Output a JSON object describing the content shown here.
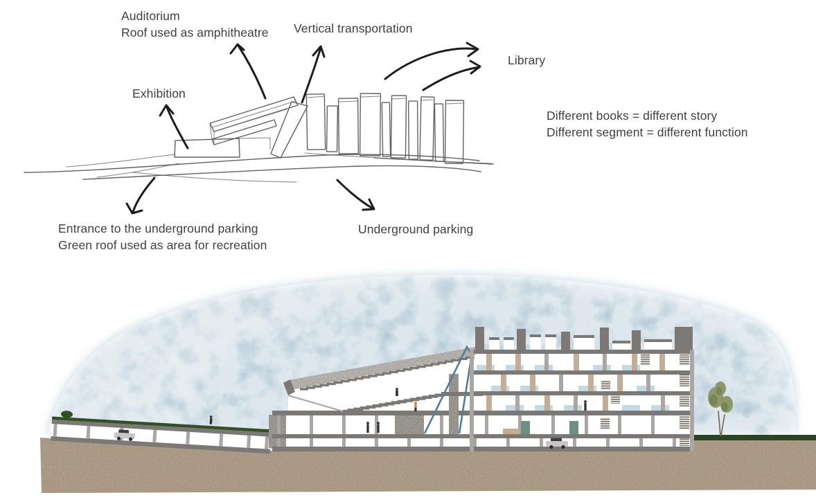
{
  "title": "Library concept diagram with sectional render",
  "annotations": {
    "auditorium_line1": "Auditorium",
    "auditorium_line2": "Roof used as amphitheatre",
    "vertical_transportation": "Vertical transportation",
    "library": "Library",
    "exhibition": "Exhibition",
    "concept_line1": "Different books = different story",
    "concept_line2": "Different segment = different function",
    "entrance_line1": "Entrance to the underground parking",
    "entrance_line2": "Green roof used as area for recreation",
    "underground_parking": "Underground parking"
  },
  "colors": {
    "text": "#3f3f3f",
    "arrow": "#1c1c1c",
    "sketch_line": "#616161",
    "sky": "#bed1dc",
    "sky_deep": "#a8c2d1",
    "earth": "#a5947f",
    "earth_dark": "#70624f",
    "earth_light": "#d9cdb6",
    "concrete": "#7b7875",
    "concrete_light": "#aaa7a2",
    "concrete_pale": "#c9c6c1",
    "wood": "#c2ad97",
    "glass": "#c5d9e3",
    "green_roof": "#3f5e2e",
    "grass": "#2f4d27",
    "foliage": "#8d9769",
    "foliage_dark": "#6d7c4e",
    "door": "#6f8f80",
    "escalator": "#567d98",
    "figure": "#2d2d2d",
    "figure_accent": "#bf7a45",
    "car_body": "#c8c6c2",
    "car_glass": "#3c4045",
    "trunk": "#7b6c58",
    "shelf_line": "#5a554e",
    "shelf_bg": "#e9e6e1",
    "counter": "#c5ad92"
  }
}
